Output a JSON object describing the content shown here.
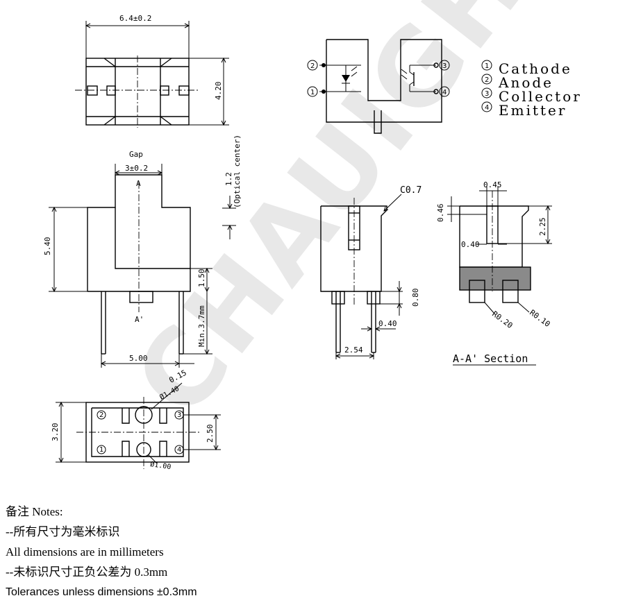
{
  "watermark": "CHAUIGHT",
  "top_view": {
    "width_dim": "6.4±0.2",
    "height_dim": "4.20"
  },
  "optical_center": {
    "value": "1.2",
    "label": "(Optical center)"
  },
  "front_view": {
    "gap_label": "Gap",
    "gap_dim": "3±0.2",
    "section_a": "A",
    "section_a_prime": "A'",
    "height_dim": "5.40",
    "step_dim": "1.50",
    "pin_min_dim": "Min.3.7mm",
    "pitch_dim": "5.00"
  },
  "side_view": {
    "chamfer": "C0.7",
    "pin_offset_dim": "0.80",
    "pin_width_dim": "0.40",
    "pitch_dim": "2.54"
  },
  "section_view": {
    "title": "A-A' Section",
    "dims": [
      "0.45",
      "0.46",
      "2.25",
      "0.40"
    ],
    "radius_1": "R0.20",
    "radius_2": "R0.10"
  },
  "bottom_view": {
    "hole_dim": "0.15",
    "hole_diameter": "Ø1.40",
    "width_dim": "3.20",
    "pin_spacing_dim": "2.50",
    "pad_diameter": "Ø1.00"
  },
  "schematic": {
    "pin_numbers": [
      "1",
      "2",
      "3",
      "4"
    ],
    "legend": [
      {
        "number": "1",
        "label": "Cathode"
      },
      {
        "number": "2",
        "label": "Anode"
      },
      {
        "number": "3",
        "label": "Collector"
      },
      {
        "number": "4",
        "label": "Emitter"
      }
    ]
  },
  "notes": {
    "heading": "备注 Notes:",
    "line1": "--所有尺寸为毫米标识",
    "line2": "All dimensions are in millimeters",
    "line3": "--未标识尺寸正负公差为 0.3mm",
    "line4": "Tolerances unless dimensions ±0.3mm"
  }
}
